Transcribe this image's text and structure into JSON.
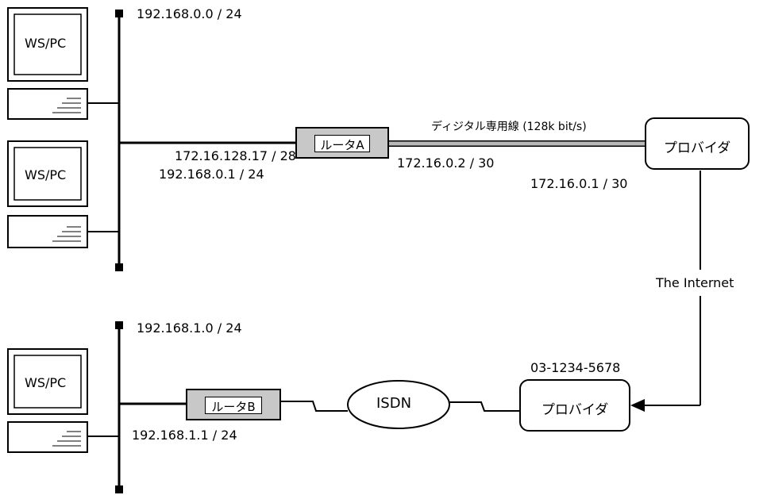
{
  "network_a": {
    "subnet": "192.168.0.0 / 24",
    "hosts": [
      {
        "label": "WS/PC"
      },
      {
        "label": "WS/PC"
      }
    ]
  },
  "network_b": {
    "subnet": "192.168.1.0 / 24",
    "hosts": [
      {
        "label": "WS/PC"
      }
    ]
  },
  "router_a": {
    "label": "ルータA",
    "lan_ip_1": "172.16.128.17 / 28",
    "lan_ip_2": "192.168.0.1 / 24",
    "wan_ip": "172.16.0.2 / 30"
  },
  "router_b": {
    "label": "ルータB",
    "lan_ip": "192.168.1.1 / 24"
  },
  "leased_line": {
    "label": "ディジタル専用線 (128k bit/s)"
  },
  "provider_top": {
    "label": "プロバイダ",
    "ip": "172.16.0.1 / 30"
  },
  "provider_bottom": {
    "label": "プロバイダ",
    "phone": "03-1234-5678"
  },
  "internet": {
    "label": "The Internet"
  },
  "isdn": {
    "label": "ISDN"
  }
}
